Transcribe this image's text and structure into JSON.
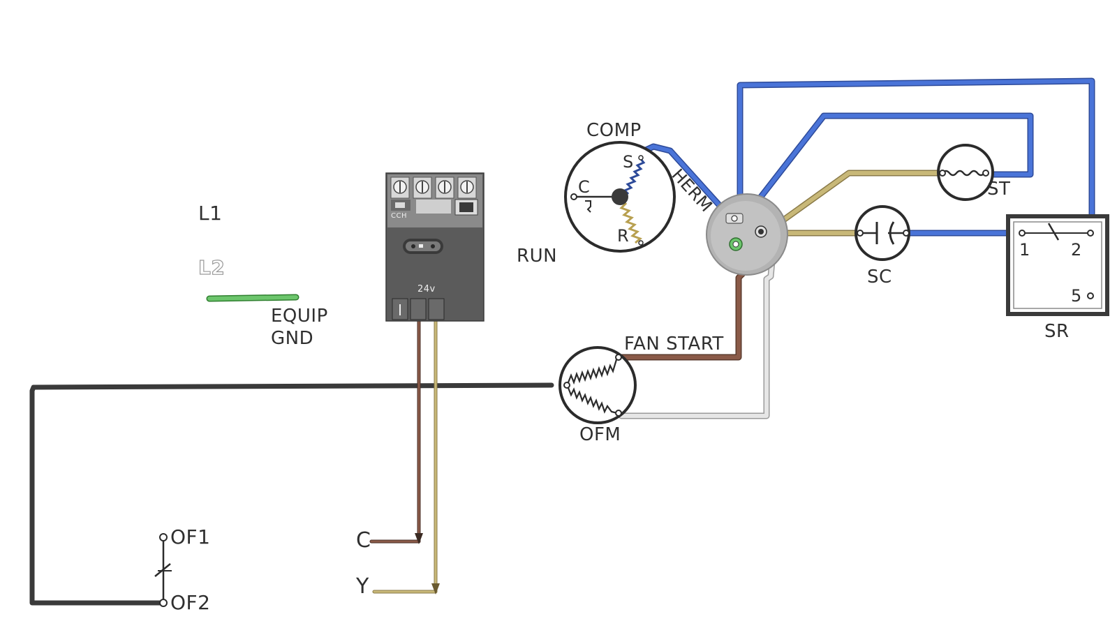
{
  "labels": {
    "l1": "L1",
    "l2": "L2",
    "equip": "EQUIP",
    "gnd": "GND",
    "run": "RUN",
    "comp": "COMP",
    "comp_c": "C",
    "comp_s": "S",
    "comp_r": "R",
    "herm": "HERM",
    "contactor_cch": "CCH",
    "contactor_24v": "24v",
    "st": "ST",
    "sc": "SC",
    "sr": "SR",
    "sr_1": "1",
    "sr_2": "2",
    "sr_5": "5",
    "fan_start": "FAN START",
    "ofm": "OFM",
    "of1": "OF1",
    "of2": "OF2",
    "thermostat_c": "C",
    "thermostat_y": "Y"
  },
  "colors": {
    "black_wire": "#3a3a3a",
    "blue_wire": "#4a74d8",
    "tan_wire": "#c8b878",
    "brown_wire": "#8a5a48",
    "white_wire": "#e6e6e6",
    "green_wire": "#6cc56c",
    "device_gray": "#5b5b5b"
  },
  "icons": {
    "compressor": "compressor-icon",
    "contactor": "contactor-icon",
    "run_capacitor": "dual-capacitor-icon",
    "start_thermistor": "thermistor-icon",
    "start_capacitor": "capacitor-icon",
    "start_relay": "relay-icon",
    "fan_motor": "fan-motor-icon",
    "switch": "switch-icon"
  }
}
